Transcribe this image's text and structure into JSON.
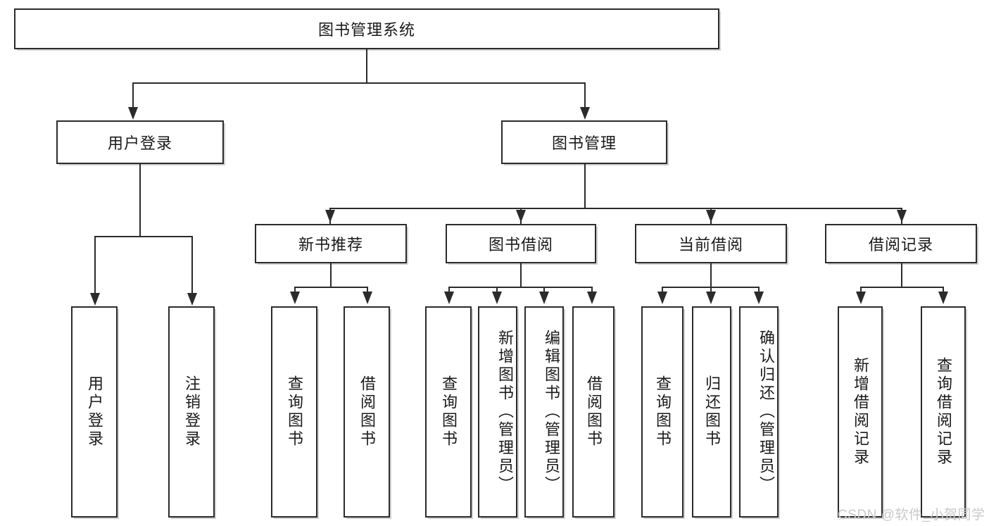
{
  "diagram": {
    "title_node": {
      "label": "图书管理系统"
    },
    "level1": [
      {
        "id": "user-login",
        "label": "用户登录"
      },
      {
        "id": "book-manage",
        "label": "图书管理"
      }
    ],
    "level2": [
      {
        "id": "new-book-recommend",
        "label": "新书推荐"
      },
      {
        "id": "book-borrow",
        "label": "图书借阅"
      },
      {
        "id": "current-borrow",
        "label": "当前借阅"
      },
      {
        "id": "borrow-record",
        "label": "借阅记录"
      }
    ],
    "leaves": {
      "user_login": [
        {
          "id": "leaf-user-login",
          "label": "用户登录"
        },
        {
          "id": "leaf-logout-login",
          "label": "注销登录"
        }
      ],
      "new_book_recommend": [
        {
          "id": "leaf-query-book-1",
          "label": "查询图书"
        },
        {
          "id": "leaf-borrow-book-1",
          "label": "借阅图书"
        }
      ],
      "book_borrow": [
        {
          "id": "leaf-query-book-2",
          "label": "查询图书"
        },
        {
          "id": "leaf-add-book",
          "label": "新增图书（管理员）"
        },
        {
          "id": "leaf-edit-book",
          "label": "编辑图书（管理员）"
        },
        {
          "id": "leaf-borrow-book-2",
          "label": "借阅图书"
        }
      ],
      "current_borrow": [
        {
          "id": "leaf-query-book-3",
          "label": "查询图书"
        },
        {
          "id": "leaf-return-book",
          "label": "归还图书"
        },
        {
          "id": "leaf-confirm-return",
          "label": "确认归还（管理员）"
        }
      ],
      "borrow_record": [
        {
          "id": "leaf-add-record",
          "label": "新增借阅记录"
        },
        {
          "id": "leaf-query-record",
          "label": "查询借阅记录"
        }
      ]
    }
  },
  "watermark": {
    "text": "CSDN @软件_小贺同学"
  },
  "colors": {
    "stroke": "#2b2b2b",
    "background": "#ffffff",
    "text": "#1a1a1a",
    "watermark": "#c9c9c9"
  }
}
